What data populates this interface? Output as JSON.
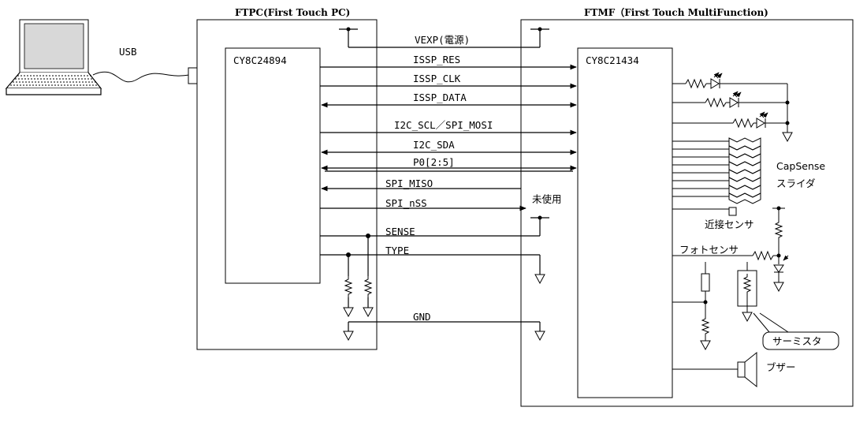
{
  "boards": {
    "ftpc_title": "FTPC(First Touch PC)",
    "ftmf_title": "FTMF（First Touch MultiFunction)"
  },
  "chips": {
    "left": "CY8C24894",
    "right": "CY8C21434"
  },
  "usb_label": "USB",
  "signals": [
    {
      "label": "VEXP(電源)",
      "dir": "power"
    },
    {
      "label": "ISSP_RES",
      "dir": "right"
    },
    {
      "label": "ISSP_CLK",
      "dir": "right"
    },
    {
      "label": "ISSP_DATA",
      "dir": "both"
    },
    {
      "label": "I2C_SCL／SPI_MOSI",
      "dir": "right"
    },
    {
      "label": "I2C_SDA",
      "dir": "both"
    },
    {
      "label": "P0[2:5]",
      "dir": "bus"
    },
    {
      "label": "SPI_MISO",
      "dir": "left"
    },
    {
      "label": "SPI_nSS",
      "dir": "right"
    },
    {
      "label": "SENSE",
      "dir": "none"
    },
    {
      "label": "TYPE",
      "dir": "none"
    },
    {
      "label": "GND",
      "dir": "ground"
    }
  ],
  "annotations": {
    "unused": "未使用",
    "capsense_1": "CapSense",
    "capsense_2": "スライダ",
    "proximity": "近接センサ",
    "photo": "フォトセンサ",
    "thermistor": "サーミスタ",
    "buzzer": "ブザー"
  },
  "icons": [
    "laptop-icon",
    "led-icon",
    "resistor-icon",
    "ground-icon",
    "buzzer-icon",
    "photo-transistor-icon",
    "thermistor-icon"
  ]
}
